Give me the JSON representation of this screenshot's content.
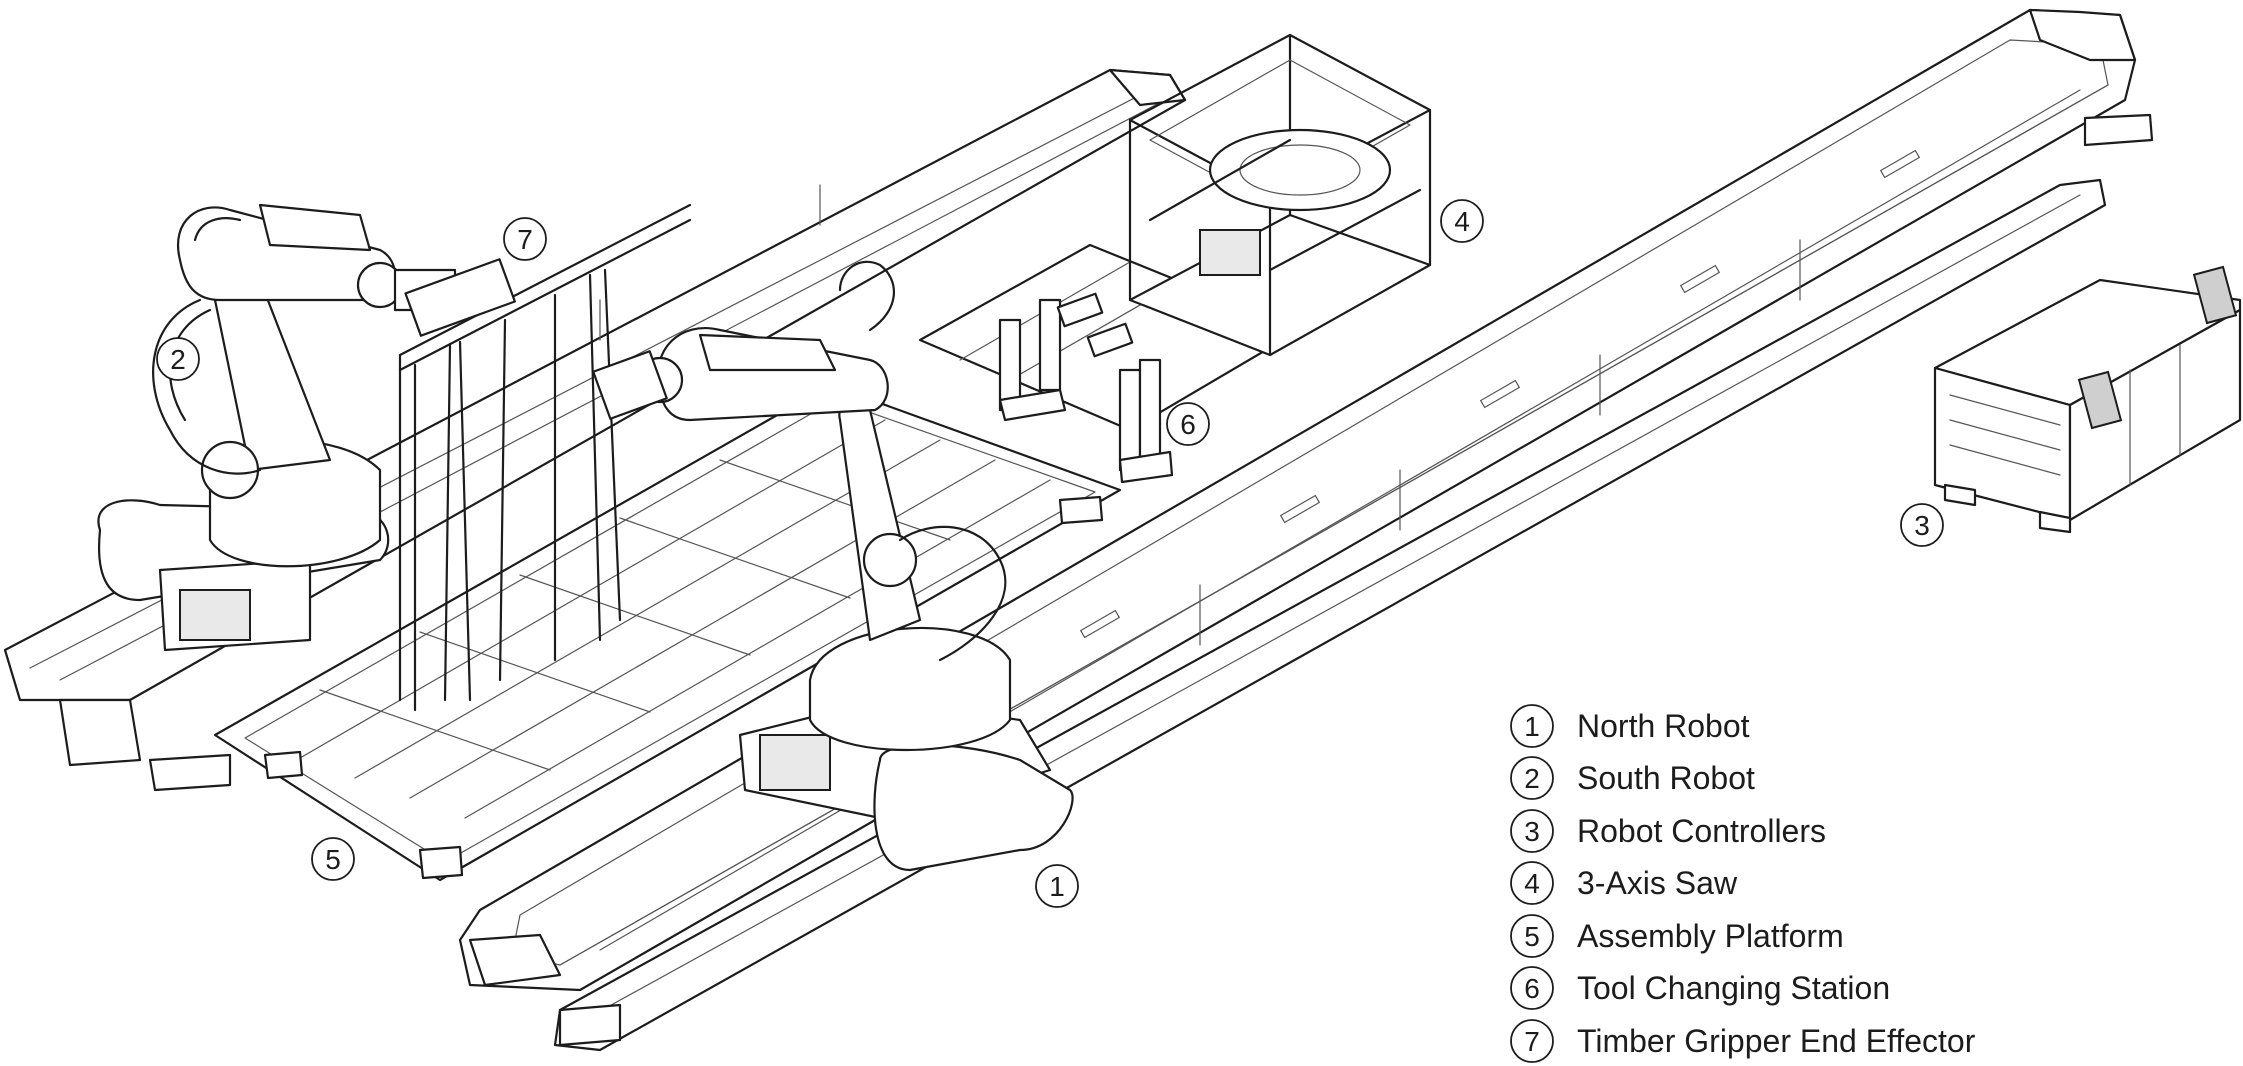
{
  "diagram": {
    "callouts": [
      {
        "number": "1",
        "label": "North Robot"
      },
      {
        "number": "2",
        "label": "South Robot"
      },
      {
        "number": "3",
        "label": "Robot Controllers"
      },
      {
        "number": "4",
        "label": "3-Axis Saw"
      },
      {
        "number": "5",
        "label": "Assembly Platform"
      },
      {
        "number": "6",
        "label": "Tool Changing Station"
      },
      {
        "number": "7",
        "label": "Timber Gripper End Effector"
      }
    ],
    "line_color": "#1c1c1c",
    "background_color": "#ffffff"
  }
}
